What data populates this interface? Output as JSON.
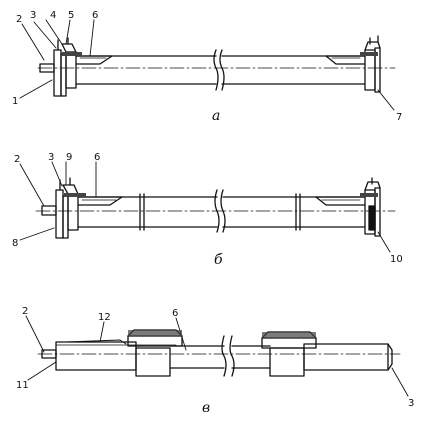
{
  "figure": {
    "panels": [
      {
        "id": "a",
        "caption": "а",
        "callouts": [
          "2",
          "3",
          "4",
          "5",
          "6",
          "1",
          "7"
        ]
      },
      {
        "id": "b",
        "caption": "б",
        "callouts": [
          "2",
          "3",
          "9",
          "6",
          "8",
          "10"
        ]
      },
      {
        "id": "v",
        "caption": "в",
        "callouts": [
          "2",
          "12",
          "6",
          "11",
          "3"
        ]
      }
    ]
  }
}
